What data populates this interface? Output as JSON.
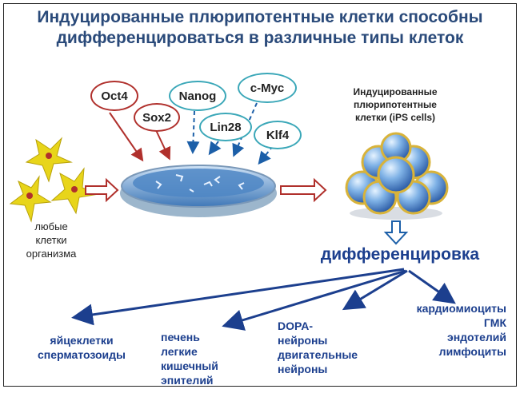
{
  "title": {
    "line1": "Индуцированные плюрипотентные клетки способны",
    "line2": "дифференцироваться в различные типы клеток"
  },
  "factors": {
    "oct4": "Oct4",
    "sox2": "Sox2",
    "nanog": "Nanog",
    "lin28": "Lin28",
    "cmyc": "c-Myc",
    "klf4": "Klf4"
  },
  "source_cells": [
    "любые",
    "клетки",
    "организма"
  ],
  "ips": [
    "Индуцированные",
    "плюрипотентные",
    "клетки (iPS cells)"
  ],
  "differentiation": "дифференцировка",
  "outcomes": {
    "germ": [
      "яйцеклетки",
      "сперматозоиды"
    ],
    "endoderm": [
      "печень",
      "легкие",
      "кишечный",
      "эпителий"
    ],
    "neurons": [
      "DOPA-",
      "нейроны",
      "двигательные",
      "нейроны"
    ],
    "mesoderm": [
      "кардиомиоциты",
      "ГМК",
      "эндотелий",
      "лимфоциты"
    ]
  },
  "colors": {
    "title": "#2a4a7a",
    "red_arrow": "#b0302c",
    "teal": "#3aa7b8",
    "blue_arrow": "#1c3f8e",
    "cell_yellow": "#e8d51a"
  }
}
